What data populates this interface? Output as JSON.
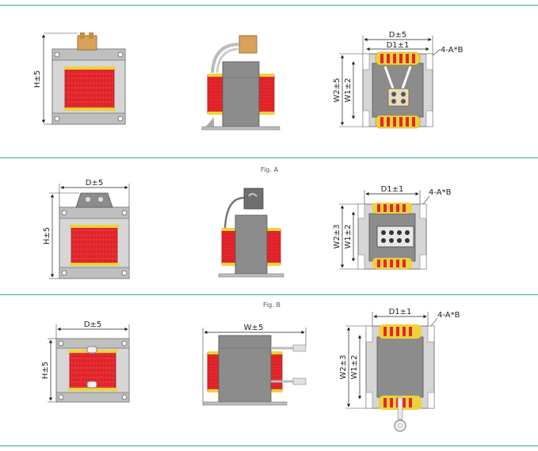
{
  "captions": {
    "fig_a": "Fig. A",
    "fig_b": "Fig. B"
  },
  "colors": {
    "accent_rule": "#2bb58a",
    "coil_red": "#e5262b",
    "coil_yellow": "#ecd33a",
    "frame_gray": "#9a9a9a",
    "core_gray": "#8c8c8c",
    "terminal_tan": "#d9a15a"
  },
  "row1": {
    "left": {
      "h": "H±5"
    },
    "right": {
      "d": "D±5",
      "d1": "D1±1",
      "hole": "4-A*B",
      "w2": "W2±5",
      "w1": "W1±2"
    }
  },
  "row2": {
    "left": {
      "d": "D±5",
      "h": "H±5"
    },
    "right": {
      "d1": "D1±1",
      "hole": "4-A*B",
      "w2": "W2±3",
      "w1": "W1±2"
    }
  },
  "row3": {
    "left": {
      "d": "D±5",
      "h": "H±5"
    },
    "middle": {
      "w": "W±5"
    },
    "right": {
      "d1": "D1±1",
      "hole": "4-A*B",
      "w2": "W2±3",
      "w1": "W1±2"
    }
  }
}
